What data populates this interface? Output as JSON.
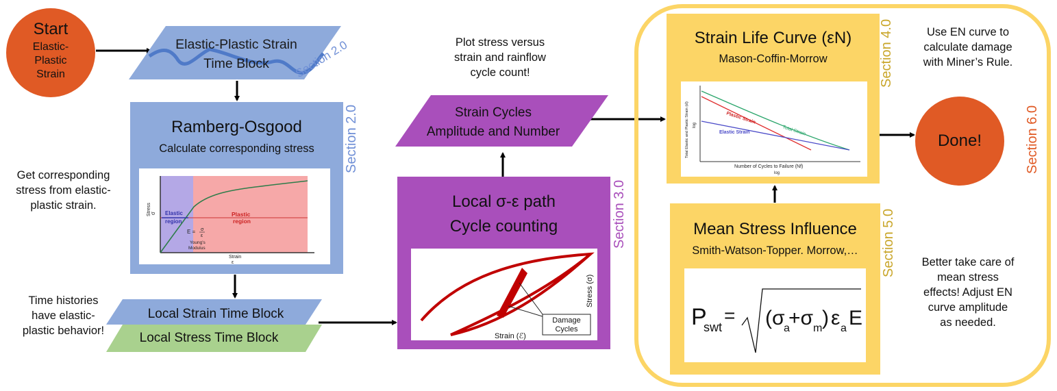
{
  "start": {
    "title": "Start",
    "sub1": "Elastic-",
    "sub2": "Plastic",
    "sub3": "Strain"
  },
  "epblock": {
    "line1": "Elastic-Plastic Strain",
    "line2": "Time Block",
    "section": "Section 2.0"
  },
  "ramberg": {
    "title": "Ramberg-Osgood",
    "subtitle": "Calculate corresponding stress",
    "section": "Section 2.0",
    "chart": {
      "stress_label": "Stress",
      "sigma": "σ",
      "strain_label": "Strain",
      "epsilon": "ε",
      "elastic": "Elastic",
      "region": "region",
      "plastic": "Plastic",
      "plastic_region": "region",
      "eq_e": "E =",
      "eq_num": "σ",
      "eq_den": "ε",
      "youngs1": "Young's",
      "youngs2": "Modulus"
    }
  },
  "note_left1": {
    "l1": "Get corresponding",
    "l2": "stress from elastic-",
    "l3": "plastic strain."
  },
  "note_left2": {
    "l1": "Time histories",
    "l2": "have elastic-",
    "l3": "plastic behavior!"
  },
  "local_strain": "Local Strain Time Block",
  "local_stress": "Local Stress Time Block",
  "note_plot": {
    "l1": "Plot stress versus",
    "l2": "strain and rainflow",
    "l3": "cycle count!"
  },
  "strain_cycles": {
    "l1": "Strain Cycles",
    "l2": "Amplitude and Number"
  },
  "local_path": {
    "l1": "Local σ-ε path",
    "l2": "Cycle counting",
    "section": "Section 3.0",
    "chart": {
      "stress": "Stress (σ)",
      "strain": "Strain (ℰ)",
      "damage1": "Damage",
      "damage2": "Cycles"
    }
  },
  "strain_life": {
    "title": "Strain Life Curve (εN)",
    "subtitle": "Mason-Coffin-Morrow",
    "section": "Section 4.0",
    "chart": {
      "ylabel": "Total Elastic and Plastic Strain (ε̂t)",
      "ylog": "log",
      "xlabel": "Number of Cycles to Failure (Nf)",
      "xlog": "log",
      "plastic": "Plastic Strain",
      "total": "Total Strain",
      "elastic": "Elastic Strain"
    }
  },
  "note_en": {
    "l1": "Use EN curve to",
    "l2": "calculate damage",
    "l3": "with Miner’s Rule."
  },
  "done": {
    "label": "Done!",
    "section": "Section 6.0"
  },
  "mean_stress": {
    "title": "Mean Stress Influence",
    "subtitle": "Smith-Watson-Topper. Morrow,…",
    "section": "Section 5.0",
    "formula": {
      "P": "P",
      "swt": "swt",
      "eq": "=",
      "open": "(σ",
      "a": "a",
      "plus": "+σ",
      "m": "m",
      "close": ")",
      "eps": "ε",
      "a2": "a",
      "E": "E"
    }
  },
  "note_mean": {
    "l1": "Better take care of",
    "l2": "mean stress",
    "l3": "effects! Adjust EN",
    "l4": "curve amplitude",
    "l5": "as needed."
  },
  "colors": {
    "orange": "#e05a25",
    "blue": "#8eaadb",
    "purple": "#a94fbb",
    "yellow": "#fcd566",
    "green": "#a9d18e",
    "ringYellow": "#fcd566"
  }
}
